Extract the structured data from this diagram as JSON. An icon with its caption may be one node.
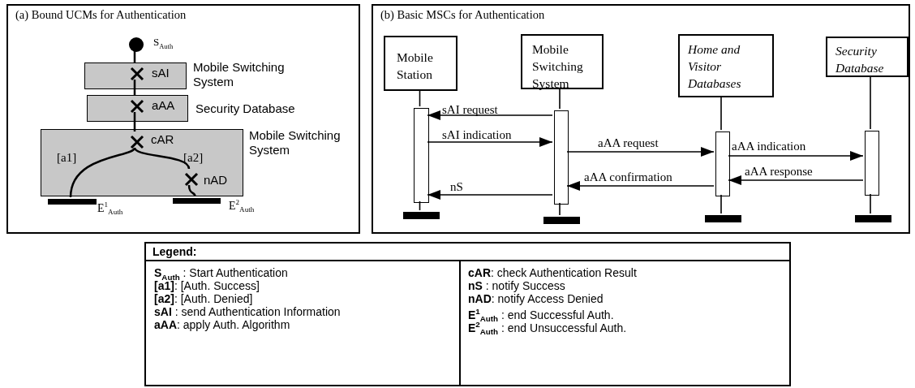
{
  "diagram": {
    "nodes": [
      {
        "text": [
          "(a) Bound UCMs for Authentication"
        ]
      },
      {
        "text": [],
        "shape": "circle",
        "beside": [
          "S$_{Auth}$"
        ],
        "in": 0
      },
      {
        "text": [
          "Mobile Switching System"
        ],
        "in": 0
      },
      {
        "text": [
          "sAI"
        ],
        "in": 2
      },
      {
        "text": [
          "Security Database"
        ],
        "in": 0
      },
      {
        "text": [
          "aAA"
        ],
        "in": 4
      },
      {
        "text": [
          "Mobile Switching System"
        ],
        "in": 0
      },
      {
        "text": [
          "cAR"
        ],
        "in": 6
      },
      {
        "text": [
          "nAD"
        ],
        "in": 6
      },
      {
        "text": [],
        "shape": "bar",
        "beside": [
          "E$^{1}$$_{Auth}$"
        ],
        "in": 0
      },
      {
        "text": [],
        "shape": "bar",
        "beside": [
          "E$^{2}$$_{Auth}$"
        ],
        "in": 0
      },
      {
        "text": [
          "(b) Basic MSCs for Authentication"
        ]
      },
      {
        "text": [
          "Mobile Station"
        ],
        "in": 11
      },
      {
        "text": [
          "Mobile Switching System"
        ],
        "in": 11
      },
      {
        "text": [
          "Home and Visitor Databases"
        ],
        "in": 11
      },
      {
        "text": [
          "Security Database"
        ],
        "in": 11
      },
      {
        "text": [],
        "shape": "bar",
        "in": 11
      },
      {
        "text": [],
        "shape": "bar",
        "in": 11
      },
      {
        "text": [],
        "shape": "bar",
        "in": 11
      },
      {
        "text": [],
        "shape": "bar",
        "in": 11
      },
      {
        "text": [],
        "shape": "bar",
        "in": 11
      },
      {
        "text": [],
        "shape": "bar",
        "in": 11
      },
      {
        "text": [],
        "shape": "bar",
        "in": 11
      },
      {
        "text": [],
        "shape": "bar",
        "in": 11
      },
      {
        "text": [
          "Legend:",
          "**S**$_{Auth}$ : Start Authentication",
          "**[a1]**: [Auth. Success]",
          "**[a2]**: [Auth. Denied]",
          "**sAI** : send Authentication Information",
          "**aAA**: apply Auth. Algorithm",
          "**cAR**: check Authentication Result",
          "**nS** : notify Success",
          "**nAD**: notify Access Denied",
          "**E**$^{1}$$_{Auth}$ : end Successful Auth.",
          "**E**$^{2}$$_{Auth}$ : end Unsuccessful Auth."
        ]
      }
    ],
    "edges": [
      {
        "from": 1,
        "to": 3,
        "arrow": "none"
      },
      {
        "from": 3,
        "to": 5,
        "arrow": "none"
      },
      {
        "from": 5,
        "to": 7,
        "arrow": "none"
      },
      {
        "from": 7,
        "to": 9,
        "arrow": "none",
        "label": "[a1]"
      },
      {
        "from": 7,
        "to": 8,
        "arrow": "none",
        "label": "[a2]"
      },
      {
        "from": 8,
        "to": 10,
        "arrow": "none"
      },
      {
        "from": 12,
        "to": 16,
        "arrow": "none"
      },
      {
        "from": 16,
        "to": 20,
        "arrow": "none"
      },
      {
        "from": 13,
        "to": 17,
        "arrow": "none"
      },
      {
        "from": 17,
        "to": 21,
        "arrow": "none"
      },
      {
        "from": 14,
        "to": 18,
        "arrow": "none"
      },
      {
        "from": 18,
        "to": 22,
        "arrow": "none"
      },
      {
        "from": 15,
        "to": 19,
        "arrow": "none"
      },
      {
        "from": 19,
        "to": 23,
        "arrow": "none"
      },
      {
        "from": 17,
        "to": 16,
        "arrow": "to",
        "label": "sAI request"
      },
      {
        "from": 16,
        "to": 17,
        "arrow": "to",
        "label": "sAI indication"
      },
      {
        "from": 17,
        "to": 18,
        "arrow": "to",
        "label": "aAA request"
      },
      {
        "from": 18,
        "to": 19,
        "arrow": "to",
        "label": "aAA indication"
      },
      {
        "from": 19,
        "to": 18,
        "arrow": "to",
        "label": "aAA response"
      },
      {
        "from": 18,
        "to": 17,
        "arrow": "to",
        "label": "aAA confirmation"
      },
      {
        "from": 17,
        "to": 16,
        "arrow": "to",
        "label": "nS"
      }
    ]
  }
}
